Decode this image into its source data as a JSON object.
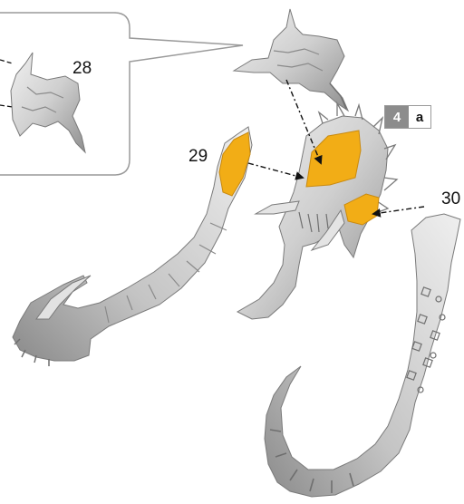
{
  "step": {
    "number": "4",
    "substep": "a"
  },
  "parts": [
    {
      "id": "28",
      "label": "28"
    },
    {
      "id": "29",
      "label": "29"
    },
    {
      "id": "30",
      "label": "30"
    }
  ],
  "colors": {
    "plastic": "#d6d6d6",
    "plastic_shade": "#9e9e9e",
    "glue_area": "#f2ad16",
    "callout_border": "#9a9a9a",
    "badge_grey": "#8c8c8c"
  }
}
